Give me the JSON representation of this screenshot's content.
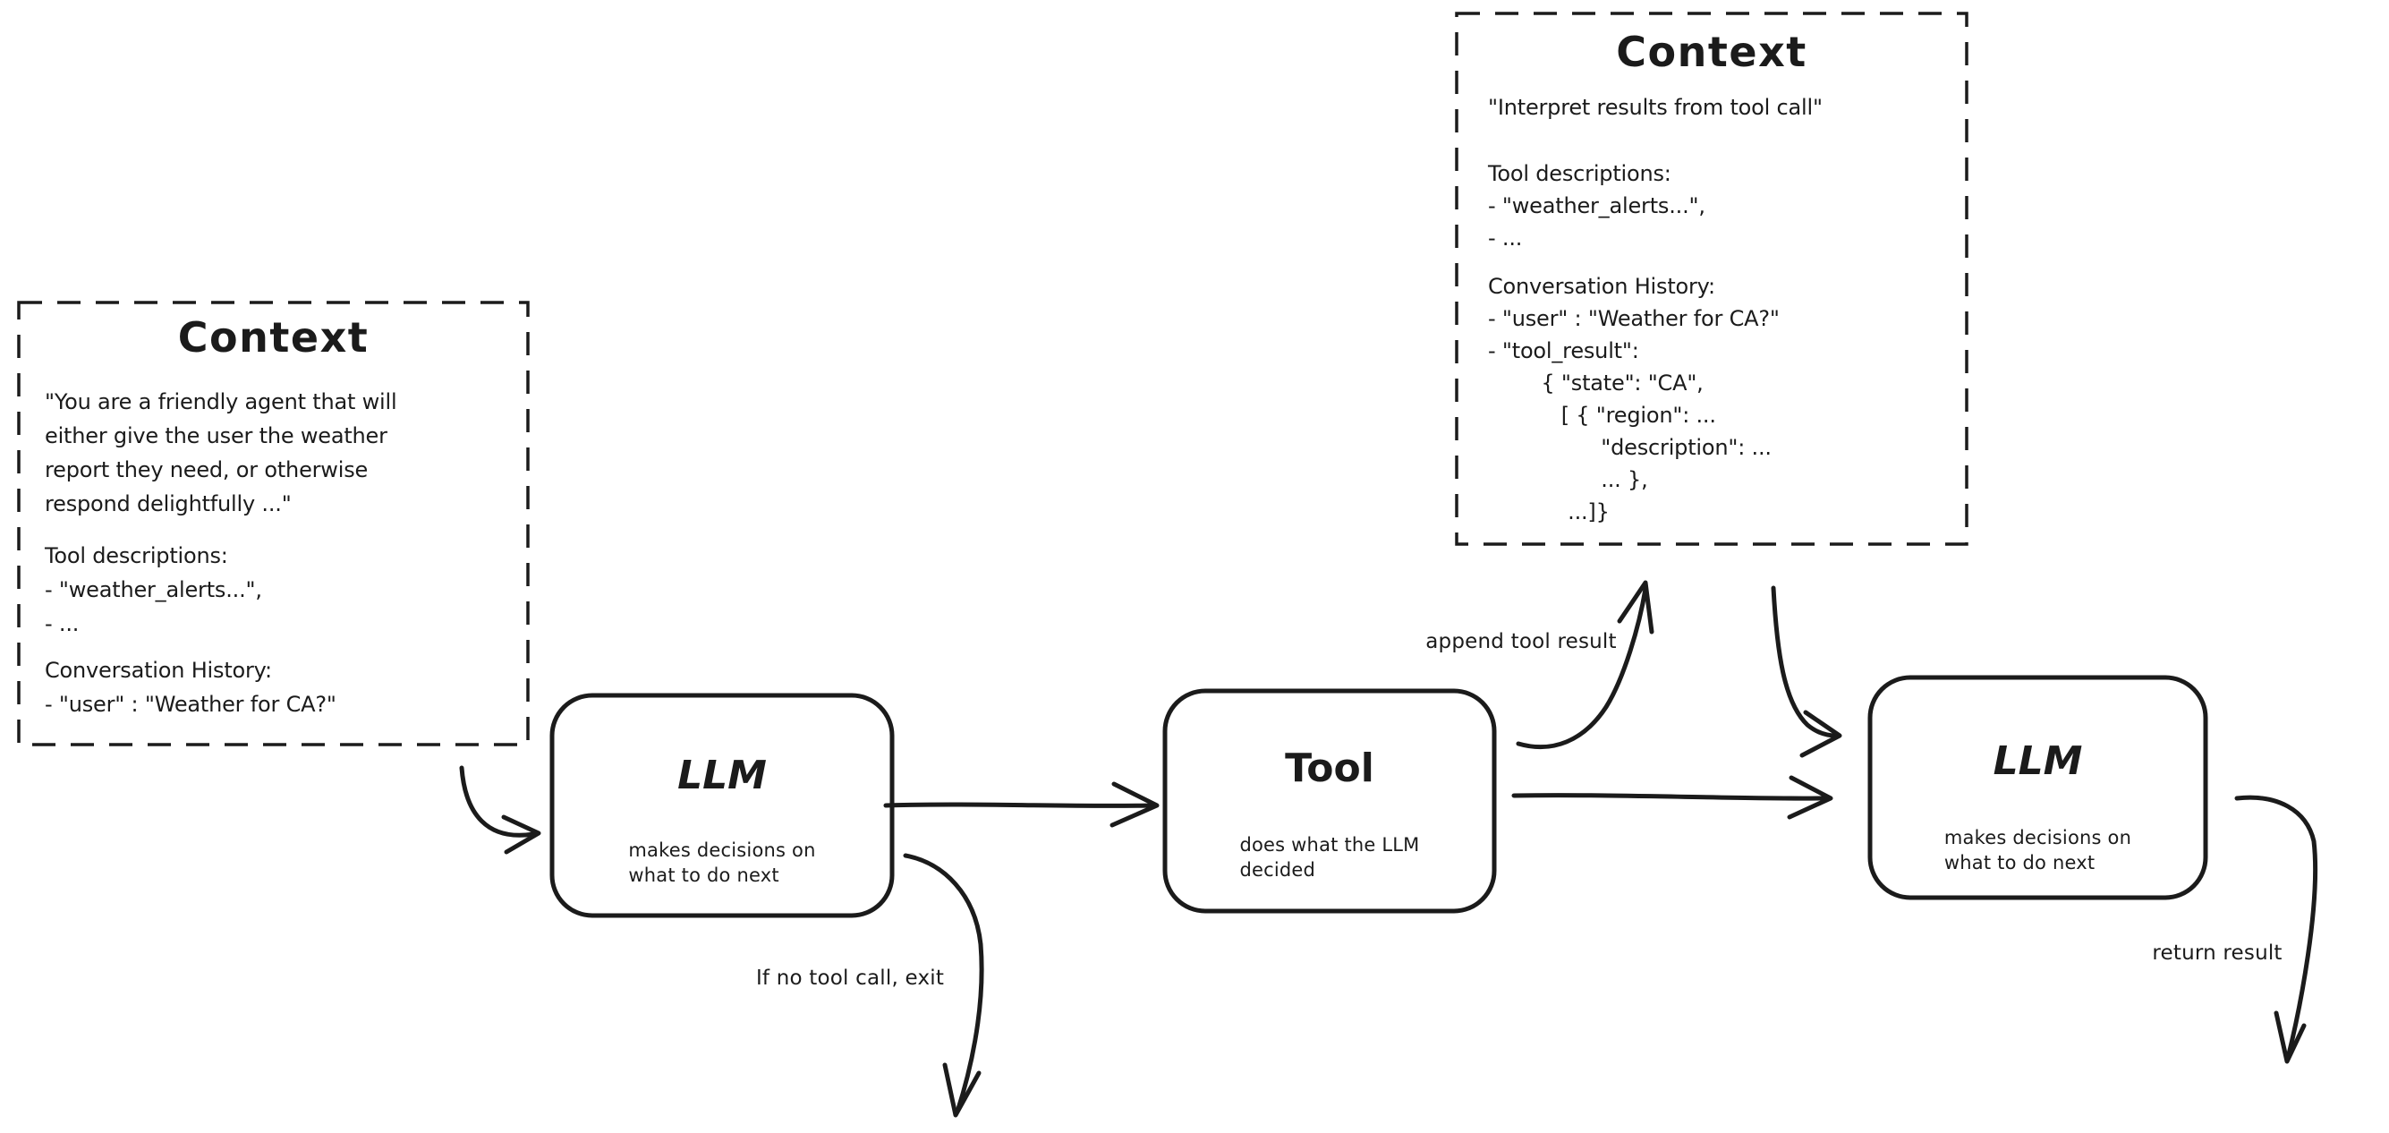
{
  "canvas": {
    "background": "#ffffff",
    "ink": "#1b1b1b"
  },
  "context_left": {
    "title": "Context",
    "system_prompt": "\"You are a friendly agent that will\neither give the user the weather\nreport they need, or otherwise\nrespond delightfully ...\"",
    "tool_descriptions": "Tool descriptions:\n- \"weather_alerts...\",\n- ...",
    "conversation_history": "Conversation History:\n- \"user\" : \"Weather for CA?\""
  },
  "context_top": {
    "title": "Context",
    "system_prompt": "\"Interpret results from tool call\"",
    "tool_descriptions": "Tool descriptions:\n- \"weather_alerts...\",\n- ...",
    "conversation_history": "Conversation History:\n- \"user\" : \"Weather for CA?\"\n- \"tool_result\":\n        { \"state\": \"CA\",\n           [ { \"region\": ...\n                 \"description\": ...\n                 ... },\n            ...]}"
  },
  "nodes": {
    "llm_first": {
      "title": "LLM",
      "description": "makes decisions on\nwhat to do next"
    },
    "tool": {
      "title": "Tool",
      "description": "does what the LLM\ndecided"
    },
    "llm_second": {
      "title": "LLM",
      "description": "makes decisions on\nwhat to do next"
    }
  },
  "edge_labels": {
    "append_tool_result": "append tool result",
    "no_tool_call_exit": "If no tool call, exit",
    "return_result": "return result"
  }
}
